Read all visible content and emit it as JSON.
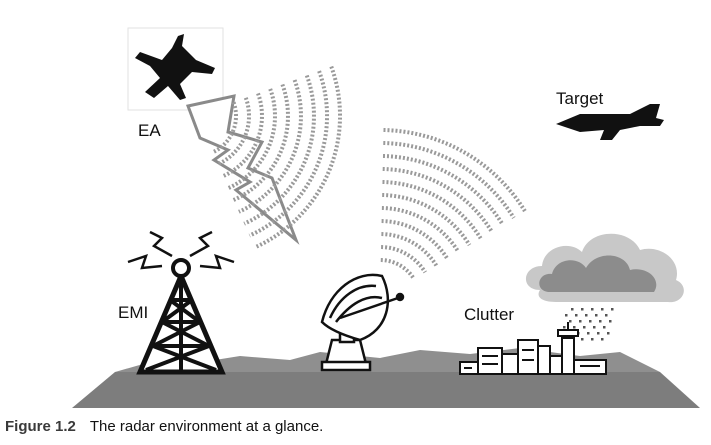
{
  "labels": {
    "ea": "EA",
    "target": "Target",
    "emi": "EMI",
    "clutter": "Clutter"
  },
  "caption": {
    "figure": "Figure 1.2",
    "text": "The radar environment at a glance."
  },
  "icons": [
    "jammer-aircraft-icon",
    "target-aircraft-icon",
    "lightning-bolt-icon",
    "radio-tower-icon",
    "radar-dish-icon",
    "cloud-icon",
    "city-buildings-icon",
    "rain-icon"
  ],
  "colors": {
    "ground": "#7d7d7d",
    "ground_edge": "#5a5a5a",
    "bolt_fill": "#ffffff",
    "bolt_stroke": "#8a8a8a",
    "wave": "#9a9a9a",
    "cloud_dark": "#8c8c8c",
    "cloud_light": "#c8c8c8",
    "ink": "#111111"
  }
}
